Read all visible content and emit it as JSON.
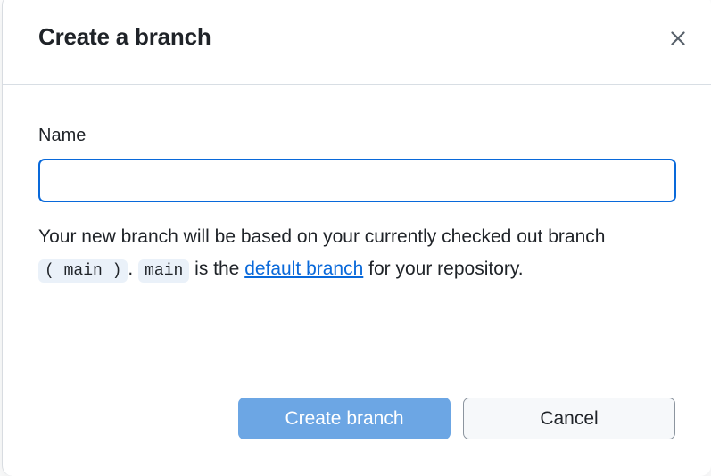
{
  "dialog": {
    "title": "Create a branch",
    "close_icon": "close-icon",
    "accent_color": "#0969da",
    "primary_button_color": "#6ca6e4"
  },
  "form": {
    "label": "Name",
    "value": "",
    "placeholder": ""
  },
  "description": {
    "part1": "Your new branch will be based on your currently checked out branch ",
    "chip1": "( main )",
    "part2": ". ",
    "chip2": "main",
    "part3": " is the ",
    "link": "default branch",
    "part4": " for your repository."
  },
  "footer": {
    "create_label": "Create branch",
    "cancel_label": "Cancel"
  }
}
